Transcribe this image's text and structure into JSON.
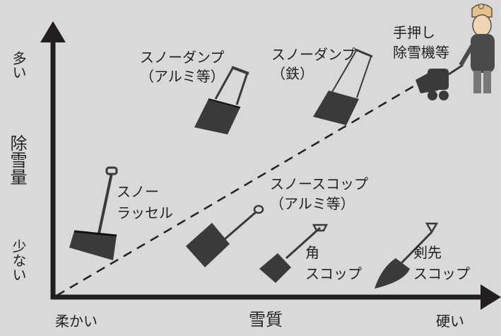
{
  "axes": {
    "y_title": "除雪量",
    "y_high": "多い",
    "y_low": "少ない",
    "x_title": "雪質",
    "x_low": "柔かい",
    "x_high": "硬い"
  },
  "tools": {
    "snow_pusher": {
      "line1": "スノー",
      "line2": "ラッセル"
    },
    "dump_alu": {
      "line1": "スノーダンプ",
      "line2": "（アルミ等）"
    },
    "dump_iron": {
      "line1": "スノーダンプ",
      "line2": "（鉄）"
    },
    "blower": {
      "line1": "手押し",
      "line2": "除雪機等"
    },
    "scoop_alu": {
      "line1": "スノースコップ",
      "line2": "（アルミ等）"
    },
    "square_scoop": {
      "line1": "角",
      "line2": "スコップ"
    },
    "pointed_scoop": {
      "line1": "剣先",
      "line2": "スコップ"
    }
  },
  "colors": {
    "background": "#d9d9d9",
    "axis": "#231f20",
    "tool": "#3a3a3a"
  }
}
